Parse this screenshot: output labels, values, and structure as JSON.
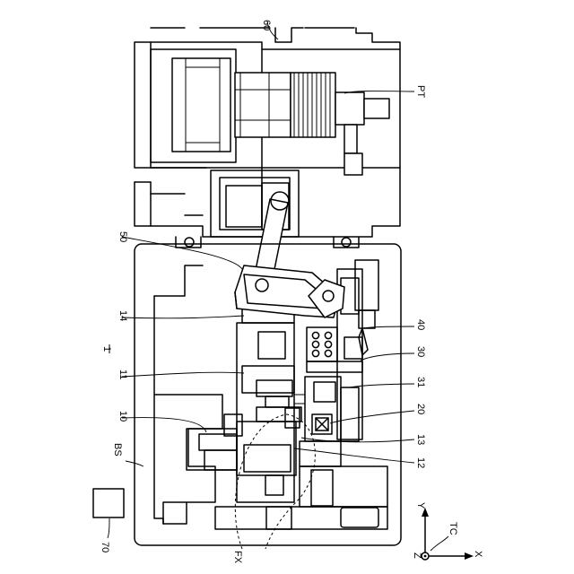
{
  "figure": {
    "labels": {
      "n60": "60",
      "pt": "PT",
      "n50": "50",
      "n14": "14",
      "n1": "1",
      "n11": "11",
      "n10": "10",
      "bs": "BS",
      "n70": "70",
      "fx": "FX",
      "n12": "12",
      "n13": "13",
      "n20": "20",
      "n31": "31",
      "n30": "30",
      "n40": "40",
      "axis_y": "Y",
      "axis_x": "X",
      "axis_z": "Z",
      "tc": "TC"
    }
  }
}
